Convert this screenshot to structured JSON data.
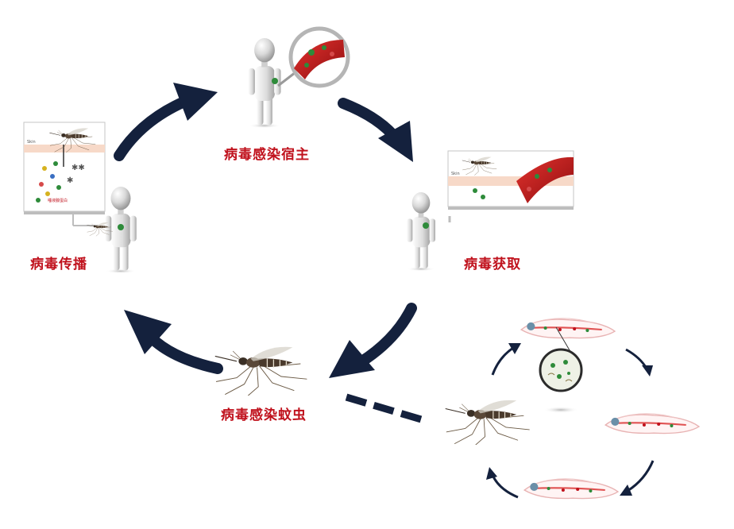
{
  "stages": {
    "host_infection": "病毒感染宿主",
    "virus_acquisition": "病毒获取",
    "mosquito_infection": "病毒感染蚊虫",
    "virus_transmission": "病毒传播"
  },
  "panels": {
    "skin_label": "Skin",
    "transmission_caption": "唾液腺蛋白"
  },
  "colors": {
    "label_red": "#c0121d",
    "arrow_navy": "#14213d",
    "blood_red": "#b01519",
    "virus_green": "#2e8b3a"
  }
}
